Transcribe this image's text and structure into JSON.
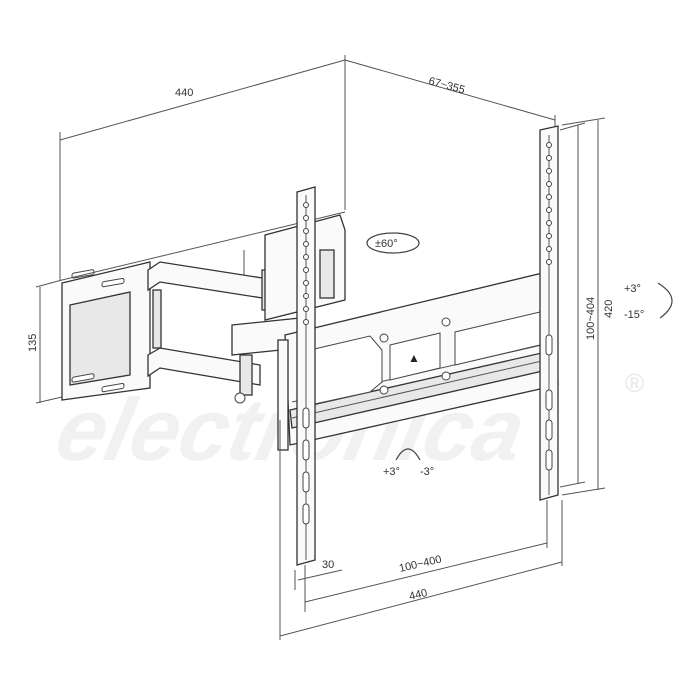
{
  "diagram": {
    "subject": "Full-motion TV wall mount bracket (technical drawing)",
    "watermark": {
      "text": "electronica",
      "registered_mark": "®",
      "color": "#f1f1f1"
    },
    "dimensions": {
      "wall_plate_width": "440",
      "extension_range": "67~355",
      "wall_plate_height": "135",
      "vesa_vertical": "100~404",
      "bracket_height": "420",
      "vesa_horizontal": "100~400",
      "arm_width": "30",
      "bracket_width": "440"
    },
    "rotations": {
      "swivel": "±60°",
      "tilt_up": "+3°",
      "tilt_down": "-15°",
      "roll_plus": "+3°",
      "roll_minus": "-3°"
    },
    "center_arrow": "▲",
    "colors": {
      "line": "#333333",
      "dimension_line": "#555555",
      "background": "#ffffff"
    }
  }
}
